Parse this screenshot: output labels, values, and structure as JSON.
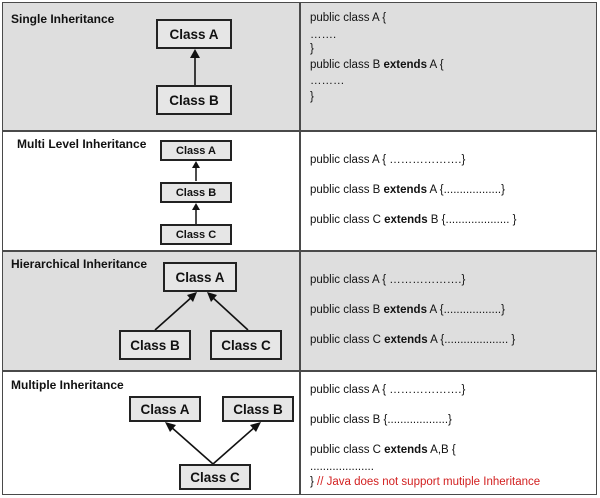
{
  "rows": [
    {
      "title": "Single Inheritance",
      "classes": [
        "Class A",
        "Class B"
      ],
      "code": [
        {
          "pre": "public class A {",
          "kw": "",
          "post": ""
        },
        {
          "pre": "  …….",
          "kw": "",
          "post": ""
        },
        {
          "pre": "}",
          "kw": "",
          "post": ""
        },
        {
          "pre": "public class B ",
          "kw": "extends",
          "post": " A {"
        },
        {
          "pre": "  ………",
          "kw": "",
          "post": ""
        },
        {
          "pre": "}",
          "kw": "",
          "post": ""
        }
      ]
    },
    {
      "title": "Multi Level Inheritance",
      "classes": [
        "Class A",
        "Class B",
        "Class C"
      ],
      "code": [
        {
          "pre": "public class A { ……………….}",
          "kw": "",
          "post": ""
        },
        {
          "pre": "public class B ",
          "kw": "extends",
          "post": " A {..................}"
        },
        {
          "pre": "public class C ",
          "kw": "extends",
          "post": "  B {.................... }"
        }
      ]
    },
    {
      "title": "Hierarchical Inheritance",
      "classes": [
        "Class A",
        "Class B",
        "Class C"
      ],
      "code": [
        {
          "pre": "public class A { ……………….}",
          "kw": "",
          "post": ""
        },
        {
          "pre": "public class B ",
          "kw": "extends",
          "post": " A {..................}"
        },
        {
          "pre": "public class C ",
          "kw": "extends",
          "post": " A {.................... }"
        }
      ]
    },
    {
      "title": "Multiple Inheritance",
      "classes": [
        "Class A",
        "Class B",
        "Class C"
      ],
      "code": [
        {
          "pre": "public class A { ……………….}",
          "kw": "",
          "post": ""
        },
        {
          "pre": "public class B {...................}",
          "kw": "",
          "post": ""
        },
        {
          "pre": "public class C ",
          "kw": "extends",
          "post": "  A,B {"
        },
        {
          "pre": "  ....................",
          "kw": "",
          "post": ""
        },
        {
          "pre": "} ",
          "kw": "",
          "post": "",
          "comment": "// Java does not support mutiple Inheritance"
        }
      ]
    }
  ],
  "colors": {
    "gray_row": "#dedede",
    "border": "#4a4a4a",
    "class_fill": "#e6e6e6",
    "comment": "#d22020"
  }
}
